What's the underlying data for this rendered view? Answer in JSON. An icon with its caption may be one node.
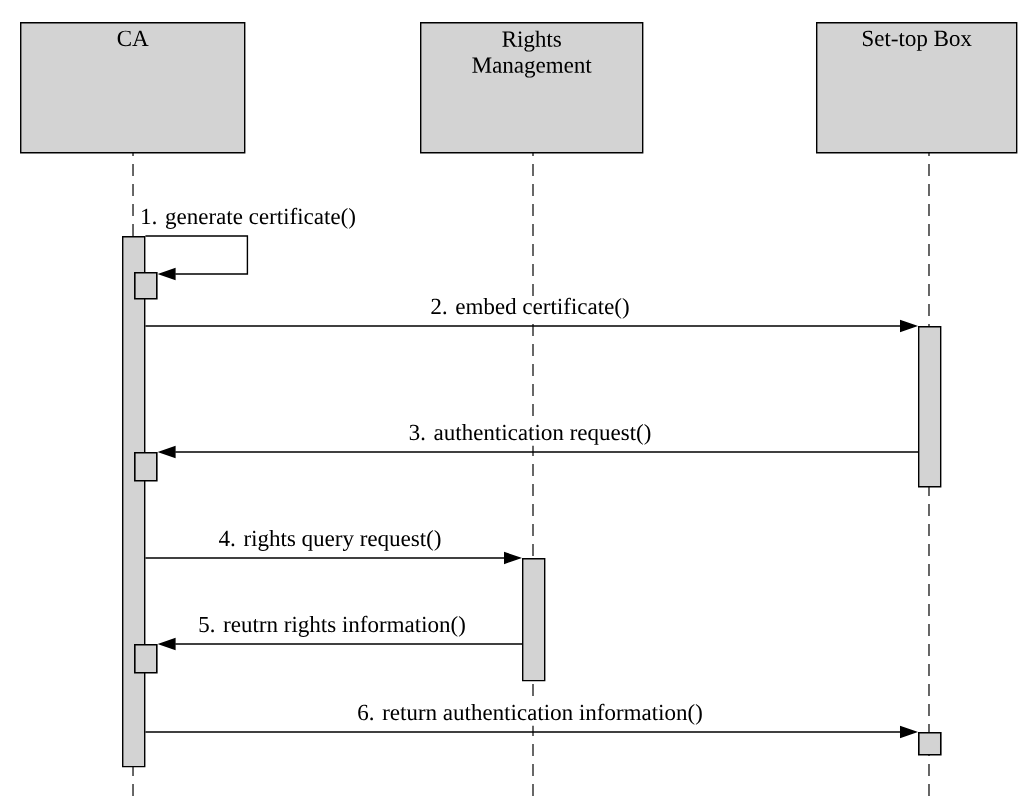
{
  "diagram": {
    "nodes": [
      {
        "text": [
          "CA"
        ]
      },
      {
        "text": [
          "Rights Management"
        ]
      },
      {
        "text": [
          "Set-top Box"
        ]
      },
      {
        "text": [],
        "shape": "bar"
      },
      {
        "text": [],
        "shape": "box"
      },
      {
        "text": [],
        "shape": "bar"
      },
      {
        "text": [],
        "shape": "box"
      },
      {
        "text": [],
        "shape": "bar"
      },
      {
        "text": [],
        "shape": "box"
      },
      {
        "text": [],
        "shape": "box"
      }
    ],
    "edges": [
      {
        "from": 3,
        "to": 4,
        "arrow": "to",
        "label": "1. generate certificate()"
      },
      {
        "from": 3,
        "to": 5,
        "arrow": "to",
        "label": "2. embed certificate()"
      },
      {
        "from": 5,
        "to": 6,
        "arrow": "to",
        "label": "3. authentication request()"
      },
      {
        "from": 3,
        "to": 7,
        "arrow": "to",
        "label": "4. rights query request()"
      },
      {
        "from": 7,
        "to": 8,
        "arrow": "to",
        "label": "5. reutrn rights information()"
      },
      {
        "from": 3,
        "to": 9,
        "arrow": "to",
        "label": "6. return authentication information()"
      }
    ]
  }
}
